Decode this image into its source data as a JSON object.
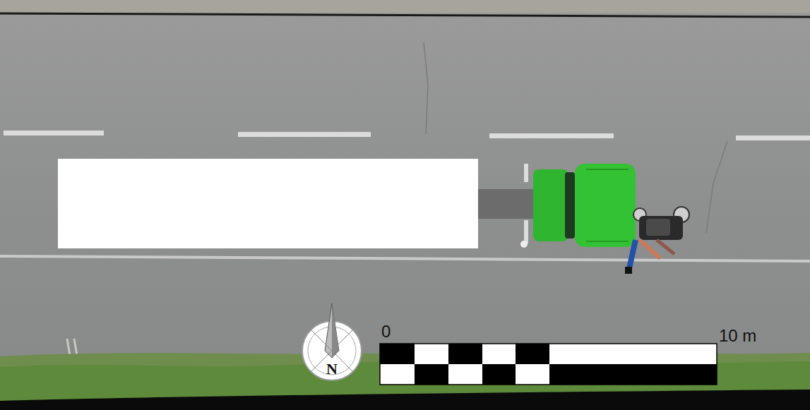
{
  "diagram": {
    "labels": [
      "N",
      "0",
      "10 m"
    ]
  }
}
